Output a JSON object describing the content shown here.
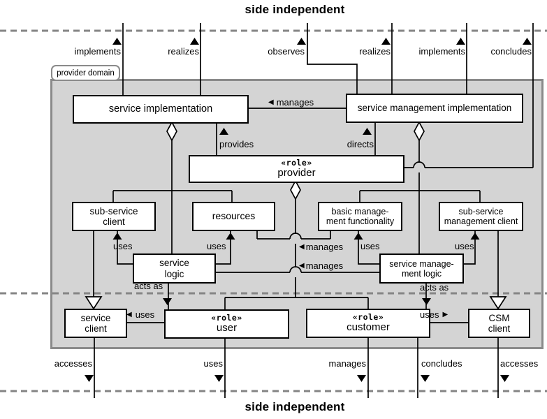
{
  "page": {
    "top_title": "side independent",
    "bottom_title": "side independent"
  },
  "domain": {
    "label": "provider domain"
  },
  "boxes": {
    "service_implementation": {
      "line1": "service implementation"
    },
    "service_management_implementation": {
      "line1": "service management implementation"
    },
    "provider": {
      "stereotype": "«role»",
      "name": "provider"
    },
    "sub_service_client": {
      "line1": "sub-service",
      "line2": "client"
    },
    "resources": {
      "line1": "resources"
    },
    "basic_management_functionality": {
      "line1": "basic manage-",
      "line2": "ment functionality"
    },
    "sub_service_management_client": {
      "line1": "sub-service",
      "line2": "management client"
    },
    "service_logic": {
      "line1": "service",
      "line2": "logic"
    },
    "service_management_logic": {
      "line1": "service manage-",
      "line2": "ment logic"
    },
    "service_client": {
      "line1": "service",
      "line2": "client"
    },
    "user": {
      "stereotype": "«role»",
      "name": "user"
    },
    "customer": {
      "stereotype": "«role»",
      "name": "customer"
    },
    "csm_client": {
      "line1": "CSM",
      "line2": "client"
    }
  },
  "edge_labels": {
    "implements_top_left": "implements",
    "realizes_top_left": "realizes",
    "observes_top": "observes",
    "realizes_top_right": "realizes",
    "implements_top_right": "implements",
    "concludes_top": "concludes",
    "manages_top": "manages",
    "provides": "provides",
    "directs": "directs",
    "uses_sub_service_client": "uses",
    "uses_resources": "uses",
    "manages_resources": "manages",
    "uses_basic_management": "uses",
    "uses_sub_service_management_client": "uses",
    "manages_service_logic": "manages",
    "acts_as_left": "acts as",
    "acts_as_right": "acts as",
    "uses_service_client": "uses",
    "uses_csm_client": "uses",
    "accesses_bottom_left": "accesses",
    "uses_bottom": "uses",
    "manages_bottom": "manages",
    "concludes_bottom": "concludes",
    "accesses_bottom_right": "accesses"
  },
  "icons": {
    "left_arrow": "◀",
    "right_arrow": "▶"
  },
  "colors": {
    "domain_fill": "#d4d4d4",
    "domain_border": "#8a8a8a",
    "line": "#000000",
    "dashed_line": "#858585",
    "box_fill": "#ffffff"
  }
}
